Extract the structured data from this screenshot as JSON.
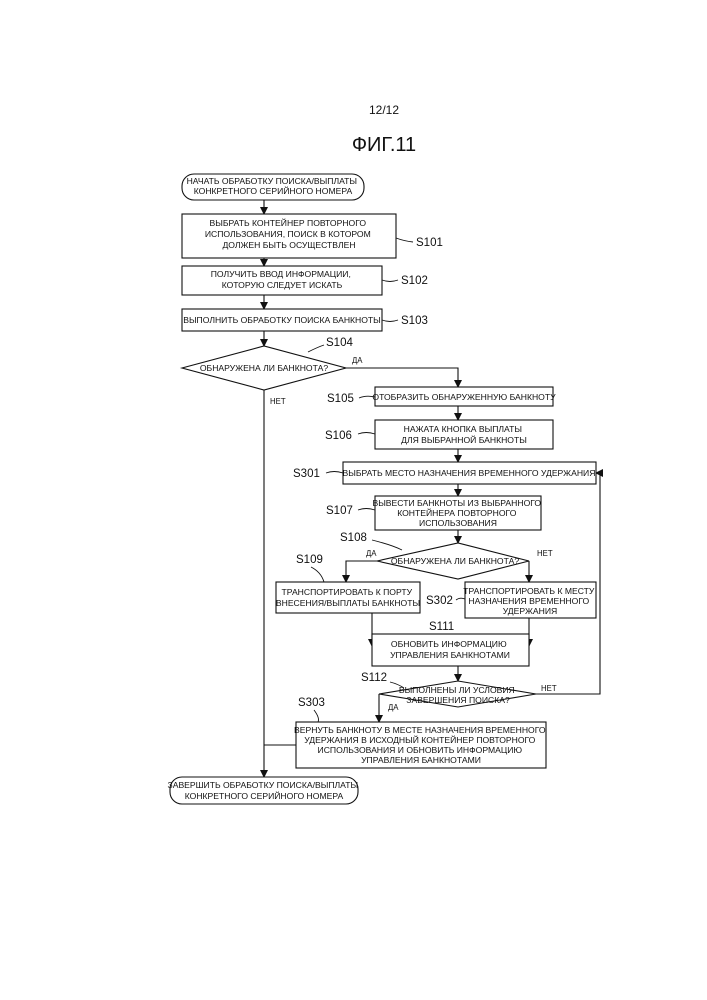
{
  "page_number": "12/12",
  "figure_title": "ФИГ.11",
  "nodes": {
    "start": {
      "lines": [
        "НАЧАТЬ ОБРАБОТКУ ПОИСКА/ВЫПЛАТЫ",
        "КОНКРЕТНОГО СЕРИЙНОГО НОМЕРА"
      ]
    },
    "s101": {
      "step": "S101",
      "lines": [
        "ВЫБРАТЬ КОНТЕЙНЕР ПОВТОРНОГО",
        "ИСПОЛЬЗОВАНИЯ, ПОИСК В КОТОРОМ",
        "ДОЛЖЕН БЫТЬ ОСУЩЕСТВЛЕН"
      ]
    },
    "s102": {
      "step": "S102",
      "lines": [
        "ПОЛУЧИТЬ ВВОД ИНФОРМАЦИИ,",
        "КОТОРУЮ СЛЕДУЕТ ИСКАТЬ"
      ]
    },
    "s103": {
      "step": "S103",
      "lines": [
        "ВЫПОЛНИТЬ ОБРАБОТКУ ПОИСКА БАНКНОТЫ"
      ]
    },
    "s104": {
      "step": "S104",
      "lines": [
        "ОБНАРУЖЕНА ЛИ БАНКНОТА?"
      ],
      "yes": "ДА",
      "no": "НЕТ"
    },
    "s105": {
      "step": "S105",
      "lines": [
        "ОТОБРАЗИТЬ ОБНАРУЖЕННУЮ БАНКНОТУ"
      ]
    },
    "s106": {
      "step": "S106",
      "lines": [
        "НАЖАТА КНОПКА ВЫПЛАТЫ",
        "ДЛЯ ВЫБРАННОЙ БАНКНОТЫ"
      ]
    },
    "s301": {
      "step": "S301",
      "lines": [
        "ВЫБРАТЬ МЕСТО НАЗНАЧЕНИЯ ВРЕМЕННОГО УДЕРЖАНИЯ"
      ]
    },
    "s107": {
      "step": "S107",
      "lines": [
        "ВЫВЕСТИ БАНКНОТЫ ИЗ ВЫБРАННОГО",
        "КОНТЕЙНЕРА ПОВТОРНОГО",
        "ИСПОЛЬЗОВАНИЯ"
      ]
    },
    "s108": {
      "step": "S108",
      "lines": [
        "ОБНАРУЖЕНА ЛИ БАНКНОТА?"
      ],
      "yes": "ДА",
      "no": "НЕТ"
    },
    "s109": {
      "step": "S109",
      "lines": [
        "ТРАНСПОРТИРОВАТЬ К ПОРТУ",
        "ВНЕСЕНИЯ/ВЫПЛАТЫ БАНКНОТЫ"
      ]
    },
    "s302": {
      "step": "S302",
      "lines": [
        "ТРАНСПОРТИРОВАТЬ К МЕСТУ",
        "НАЗНАЧЕНИЯ ВРЕМЕННОГО",
        "УДЕРЖАНИЯ"
      ]
    },
    "s111": {
      "step": "S111",
      "lines": [
        "ОБНОВИТЬ ИНФОРМАЦИЮ",
        "УПРАВЛЕНИЯ БАНКНОТАМИ"
      ]
    },
    "s112": {
      "step": "S112",
      "lines": [
        "ВЫПОЛНЕНЫ ЛИ УСЛОВИЯ",
        "ЗАВЕРШЕНИЯ ПОИСКА?"
      ],
      "yes": "ДА",
      "no": "НЕТ"
    },
    "s303": {
      "step": "S303",
      "lines": [
        "ВЕРНУТЬ БАНКНОТУ В МЕСТЕ НАЗНАЧЕНИЯ ВРЕМЕННОГО",
        "УДЕРЖАНИЯ В ИСХОДНЫЙ КОНТЕЙНЕР ПОВТОРНОГО",
        "ИСПОЛЬЗОВАНИЯ И ОБНОВИТЬ ИНФОРМАЦИЮ",
        "УПРАВЛЕНИЯ БАНКНОТАМИ"
      ]
    },
    "end": {
      "lines": [
        "ЗАВЕРШИТЬ ОБРАБОТКУ ПОИСКА/ВЫПЛАТЫ",
        "КОНКРЕТНОГО СЕРИЙНОГО НОМЕРА"
      ]
    }
  }
}
